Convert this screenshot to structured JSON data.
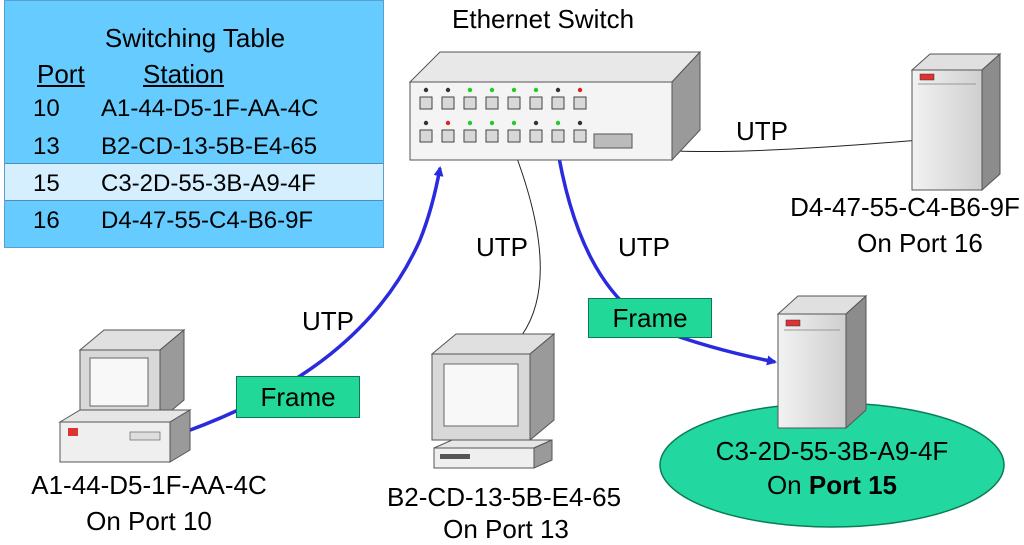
{
  "switch": {
    "title": "Ethernet Switch"
  },
  "table": {
    "title": "Switching Table",
    "headers": {
      "port": "Port",
      "station": "Station"
    },
    "rows": [
      {
        "port": "10",
        "station": "A1-44-D5-1F-AA-4C",
        "highlighted": false
      },
      {
        "port": "13",
        "station": "B2-CD-13-5B-E4-65",
        "highlighted": false
      },
      {
        "port": "15",
        "station": "C3-2D-55-3B-A9-4F",
        "highlighted": true
      },
      {
        "port": "16",
        "station": "D4-47-55-C4-B6-9F",
        "highlighted": false
      }
    ]
  },
  "cables": {
    "utp1": "UTP",
    "utp2": "UTP",
    "utp3": "UTP",
    "utp4": "UTP"
  },
  "frames": {
    "frame_a": "Frame",
    "frame_b": "Frame"
  },
  "stations": {
    "a": {
      "mac": "A1-44-D5-1F-AA-4C",
      "port_text": "On Port 10"
    },
    "b": {
      "mac": "B2-CD-13-5B-E4-65",
      "port_text": "On Port 13"
    },
    "c": {
      "mac": "C3-2D-55-3B-A9-4F",
      "port_prefix": "On ",
      "port_bold": "Port 15"
    },
    "d": {
      "mac": "D4-47-55-C4-B6-9F",
      "port_text": "On Port 16"
    }
  },
  "colors": {
    "table_bg": "#66ccff",
    "highlight_row": "#d6efff",
    "frame_tag": "#22d898",
    "arrow_blue": "#2a2adf",
    "ellipse": "#22d8a0"
  }
}
